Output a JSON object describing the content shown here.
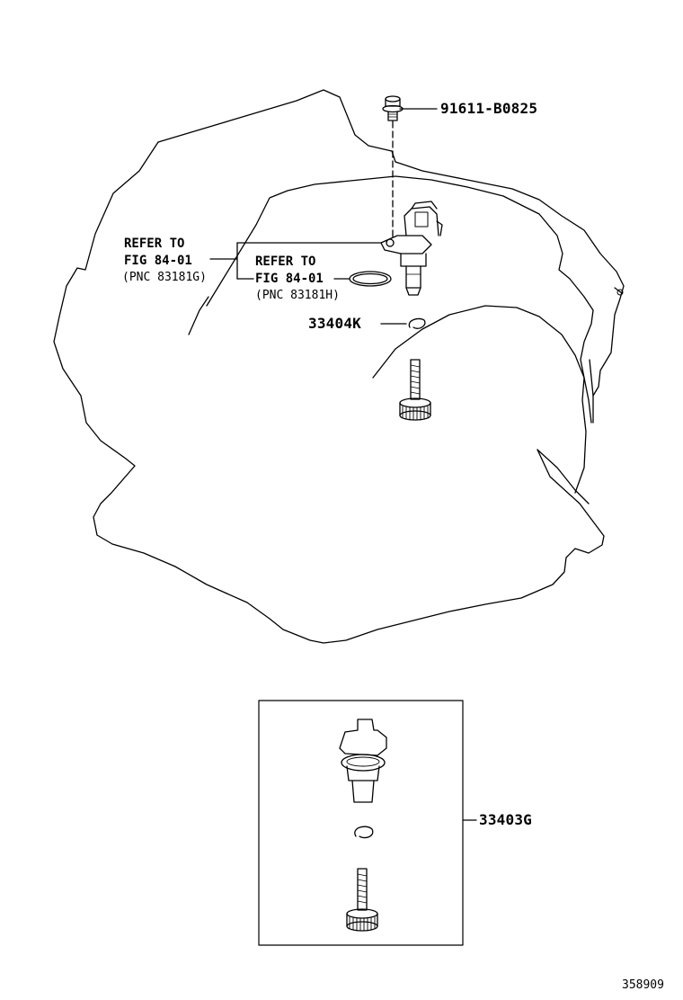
{
  "callouts": {
    "bolt": "91611-B0825",
    "clip": "33404K",
    "kit": "33403G"
  },
  "refer_g": {
    "line1": "REFER TO",
    "line2": "FIG 84-01",
    "line3": "(PNC 83181G)"
  },
  "refer_h": {
    "line1": "REFER TO",
    "line2": "FIG 84-01",
    "line3": "(PNC 83181H)"
  },
  "figure_number": "358909"
}
